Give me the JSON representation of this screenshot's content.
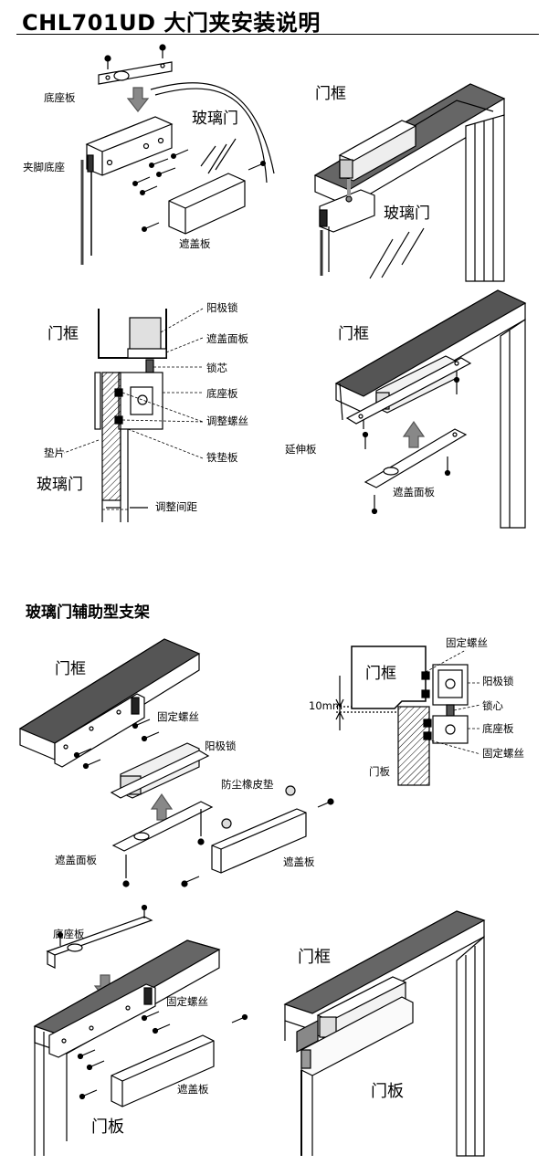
{
  "title": "CHL701UD 大门夹安装说明",
  "section_two_title": "玻璃门辅助型支架",
  "figures": {
    "clamp_install": {
      "base_plate": "底座板",
      "foot_clamp_base": "夹脚底座",
      "glass_door": "玻璃门",
      "cover_plate": "遮盖板"
    },
    "clamp_installed": {
      "door_frame": "门框",
      "glass_door": "玻璃门"
    },
    "cross_section": {
      "door_frame": "门框",
      "male_lock": "阳极锁",
      "cover_face_plate": "遮盖面板",
      "lock_core": "锁芯",
      "base_plate": "底座板",
      "adjust_screw": "调整螺丝",
      "shim": "垫片",
      "iron_shim": "铁垫板",
      "glass_door": "玻璃门",
      "adjust_gap": "调整间距"
    },
    "extension_install": {
      "door_frame": "门框",
      "extension_plate": "延伸板",
      "cover_face_plate": "遮盖面板"
    },
    "aux_frame_install": {
      "door_frame": "门框",
      "fixing_screw": "固定螺丝",
      "male_lock": "阳极锁",
      "dust_rubber_pad": "防尘橡皮垫",
      "cover_face_plate": "遮盖面板",
      "cover_plate": "遮盖板"
    },
    "aux_section": {
      "door_frame": "门框",
      "fixing_screw_top": "固定螺丝",
      "male_lock": "阳极锁",
      "gap_dim": "10mm",
      "lock_core": "锁心",
      "base_plate": "底座板",
      "fixing_screw_bottom": "固定螺丝",
      "door_panel": "门板"
    },
    "door_base_install": {
      "base_plate": "底座板",
      "fixing_screw": "固定螺丝",
      "cover_plate": "遮盖板",
      "door_panel": "门板"
    },
    "aux_installed": {
      "door_frame": "门框",
      "door_panel": "门板"
    }
  }
}
